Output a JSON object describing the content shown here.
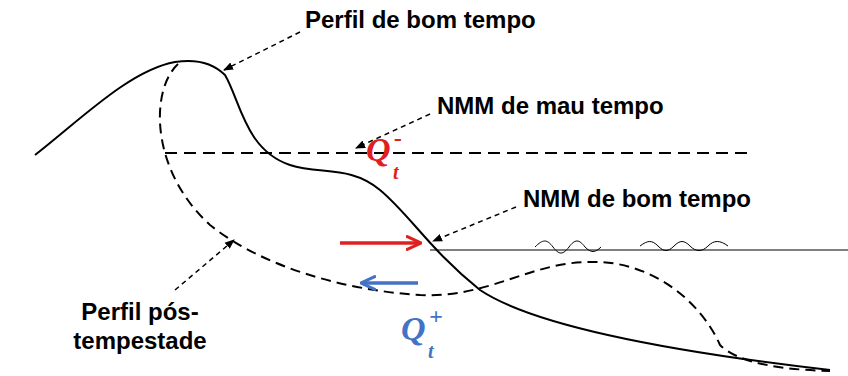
{
  "diagram": {
    "labels": [
      "Perfil de bom tempo",
      "NMM de mau tempo",
      "Q",
      "t",
      "-",
      "NMM de bom tempo",
      "Perfil pós-tempestade",
      "Q",
      "t",
      "+"
    ]
  }
}
